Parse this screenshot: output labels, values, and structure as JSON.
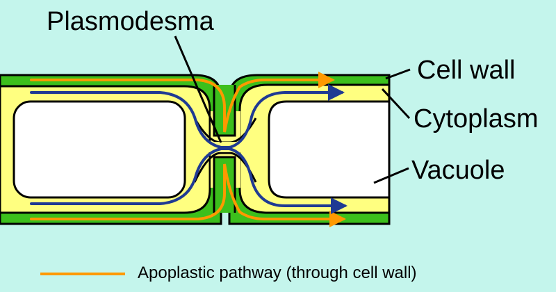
{
  "labels": {
    "plasmodesma": "Plasmodesma",
    "cell_wall": "Cell wall",
    "cytoplasm": "Cytoplasm",
    "vacuole": "Vacuole"
  },
  "legend": {
    "apoplastic": "Apoplastic pathway (through cell wall)"
  },
  "colors": {
    "background": "#c4f5ec",
    "cell_wall": "#3cbf1c",
    "cytoplasm": "#ffff80",
    "vacuole": "#ffffff",
    "apoplastic_path": "#ff9900",
    "symplastic_path": "#1f3a93"
  }
}
